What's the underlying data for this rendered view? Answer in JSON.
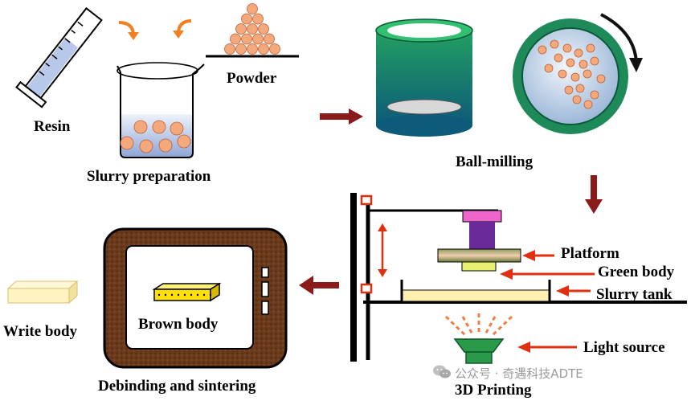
{
  "labels": {
    "resin": "Resin",
    "powder": "Powder",
    "slurry_preparation": "Slurry preparation",
    "ball_milling": "Ball-milling",
    "platform": "Platform",
    "green_body": "Green body",
    "slurry_tank": "Slurry tank",
    "light_source": "Light source",
    "printing": "3D Printing",
    "brown_body": "Brown body",
    "write_body": "Write body",
    "debinding": "Debinding  and  sintering"
  },
  "watermark": {
    "text": "公众号 · 奇遇科技ADTE"
  },
  "colors": {
    "particle": "#f4a97c",
    "particle_edge": "#c0603a",
    "flow_arrow": "#8b1a1a",
    "pointer_arrow": "#e03010",
    "small_arrow": "#f08020",
    "jar": "#1e8a5a",
    "platform": "#7a8a4a",
    "piston": "#6a2a9a",
    "cap": "#ee66cc",
    "green_body": "#e8f070",
    "tank_fill": "#fff0b0",
    "lamp": "#2a9a4a",
    "light_ray": "#f08040",
    "furnace": "#6a3a1a",
    "brown_body_part": "#ffe000",
    "write_body_part": "#fff3c0"
  }
}
